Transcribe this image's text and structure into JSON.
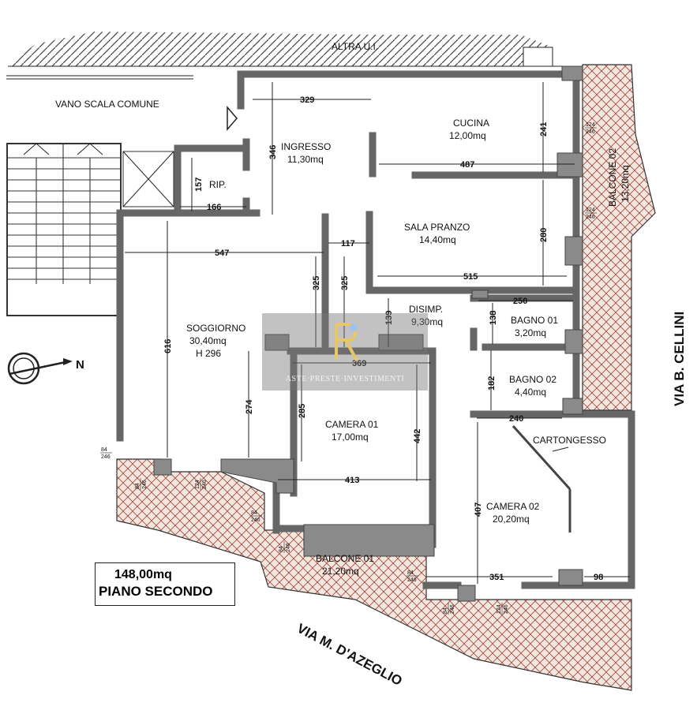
{
  "plan": {
    "neighbour_label": "ALTRA U.I.",
    "stair_label": "VANO SCALA COMUNE",
    "north_label": "N",
    "total_area": "148,00mq",
    "floor_label": "PIANO SECONDO",
    "rooms": {
      "ingresso": {
        "name": "INGRESSO",
        "area": "11,30mq"
      },
      "cucina": {
        "name": "CUCINA",
        "area": "12,00mq"
      },
      "rip": {
        "name": "RIP."
      },
      "sala_pranzo": {
        "name": "SALA PRANZO",
        "area": "14,40mq"
      },
      "disimp": {
        "name": "DISIMP.",
        "area": "9,30mq"
      },
      "bagno01": {
        "name": "BAGNO 01",
        "area": "3,20mq"
      },
      "bagno02": {
        "name": "BAGNO 02",
        "area": "4,40mq"
      },
      "soggiorno": {
        "name": "SOGGIORNO",
        "area": "30,40mq",
        "height": "H 296"
      },
      "camera01": {
        "name": "CAMERA 01",
        "area": "17,00mq"
      },
      "camera02": {
        "name": "CAMERA 02",
        "area": "20,20mq"
      },
      "balcone01": {
        "name": "BALCONE 01",
        "area": "21,20mq"
      },
      "balcone02": {
        "name": "BALCONE 02",
        "area": "13,20mq"
      },
      "cartongesso": {
        "name": "CARTONGESSO"
      }
    },
    "dimensions": {
      "d329": "329",
      "d346": "346",
      "d157": "157",
      "d166": "166",
      "d241": "241",
      "d487": "487",
      "d280": "280",
      "d515": "515",
      "d547": "547",
      "d117": "117",
      "d325a": "325",
      "d325b": "325",
      "d139": "139",
      "d250": "250",
      "d138": "138",
      "d616": "616",
      "d274": "274",
      "d369": "369",
      "d285": "285",
      "d442": "442",
      "d413": "413",
      "d182": "182",
      "d240": "240",
      "d407": "407",
      "d351": "351",
      "d98": "98"
    },
    "window_tags": [
      {
        "w": "124",
        "h": "246"
      },
      {
        "w": "124",
        "h": "246"
      },
      {
        "w": "84",
        "h": "246"
      },
      {
        "w": "84",
        "h": "246"
      },
      {
        "w": "124",
        "h": "246"
      },
      {
        "w": "84",
        "h": "246"
      },
      {
        "w": "84",
        "h": "246"
      },
      {
        "w": "84",
        "h": "246"
      },
      {
        "w": "84",
        "h": "246"
      },
      {
        "w": "124",
        "h": "246"
      }
    ],
    "streets": {
      "east": "VIA B. CELLINI",
      "south": "VIA M. D'AZEGLIO"
    },
    "watermark": "ASTE·PRESTE·INVESTIMENTI"
  }
}
